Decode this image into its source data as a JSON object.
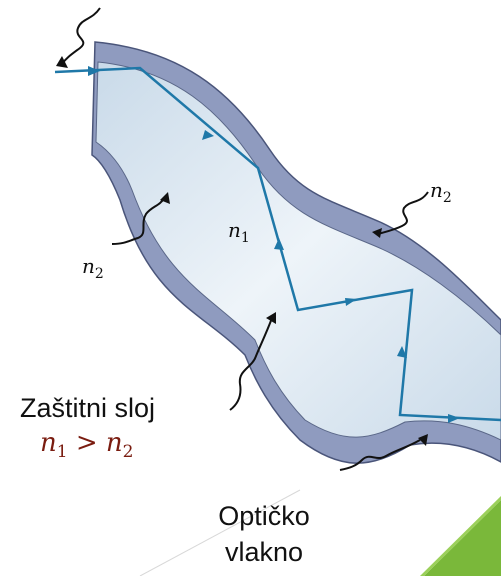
{
  "labels": {
    "n2_upper": {
      "base": "n",
      "sub": "2"
    },
    "n1_core": {
      "base": "n",
      "sub": "1"
    },
    "n2_lower": {
      "base": "n",
      "sub": "2"
    },
    "cladding": "Zaštitni sloj",
    "relation": {
      "lhs_base": "n",
      "lhs_sub": "1",
      "op": ">",
      "rhs_base": "n",
      "rhs_sub": "2"
    },
    "fiber_line1": "Optičko",
    "fiber_line2": "vlakno"
  },
  "colors": {
    "cladding": "#8f9bbf",
    "cladding_edge": "#4a557a",
    "core": "#dbe8f2",
    "ray": "#1f78a8",
    "pointer": "#111111",
    "relation_text": "#7a1c10",
    "accent_green": "#7ab83a"
  }
}
